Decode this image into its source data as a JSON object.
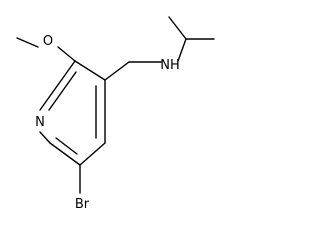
{
  "molecule": {
    "atoms": {
      "methoxy_oxygen": "O",
      "amine_nitrogen": "NH",
      "ring_nitrogen": "N",
      "bromine": "Br"
    }
  }
}
